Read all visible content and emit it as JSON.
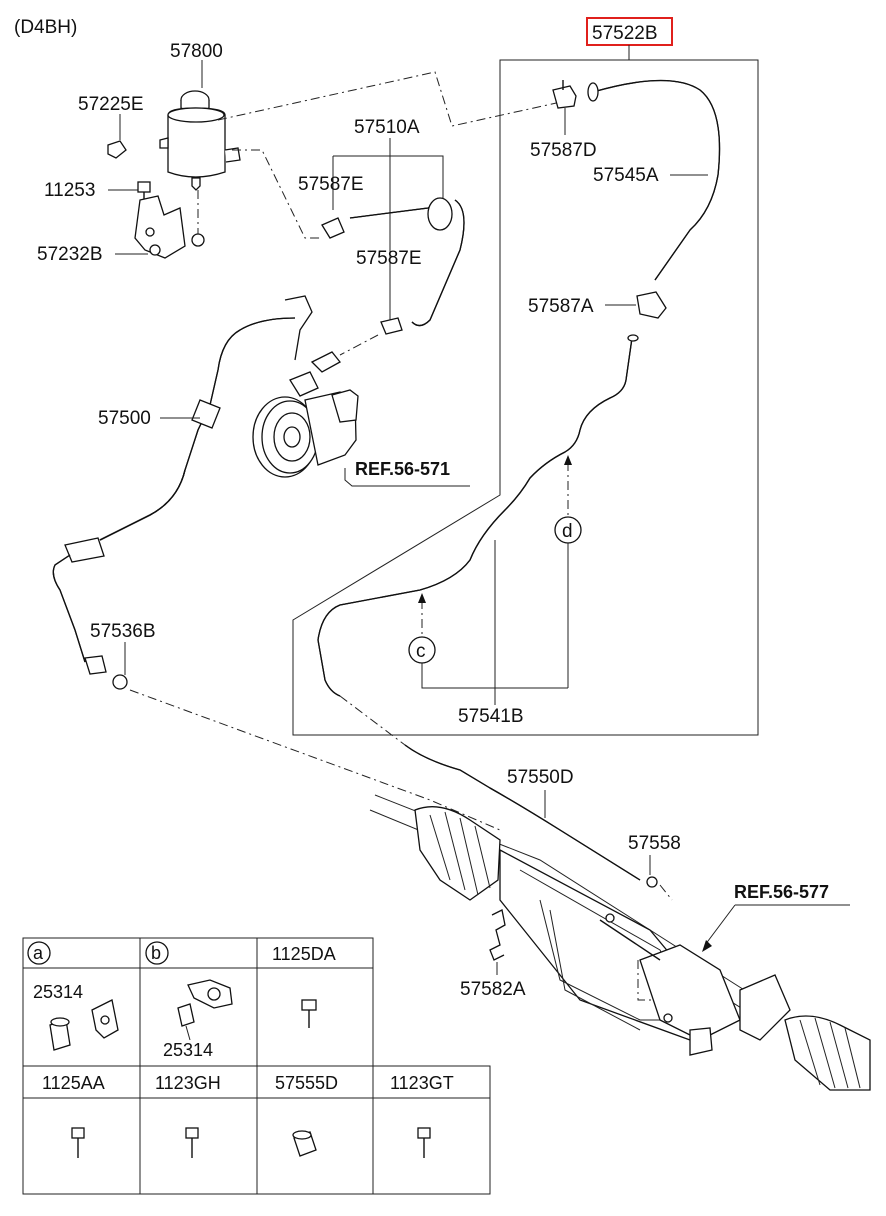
{
  "engine_code": "(D4BH)",
  "highlight_color": "#e0201c",
  "parts": {
    "p57522B": "57522B",
    "p57800": "57800",
    "p57225E": "57225E",
    "p11253": "11253",
    "p57232B": "57232B",
    "p57510A": "57510A",
    "p57587E_1": "57587E",
    "p57587E_2": "57587E",
    "p57587D": "57587D",
    "p57545A": "57545A",
    "p57587A": "57587A",
    "p57500": "57500",
    "ref_56_571": "REF.56-571",
    "p57536B": "57536B",
    "p57541B": "57541B",
    "p57550D": "57550D",
    "p57558": "57558",
    "ref_56_577": "REF.56-577",
    "p57582A": "57582A"
  },
  "callouts": {
    "c": "c",
    "d": "d"
  },
  "legend_table": {
    "row1": [
      {
        "marker": "a",
        "part": "25314"
      },
      {
        "marker": "b",
        "part": "25314"
      },
      {
        "header": "1125DA"
      }
    ],
    "row2": [
      {
        "header": "1125AA"
      },
      {
        "header": "1123GH"
      },
      {
        "header": "57555D"
      },
      {
        "header": "1123GT"
      }
    ]
  }
}
